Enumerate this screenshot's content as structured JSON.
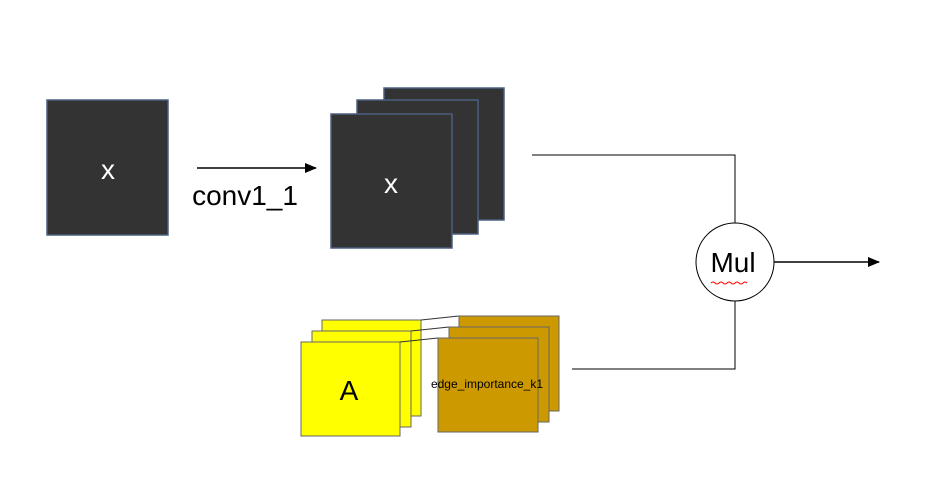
{
  "nodes": {
    "input_x": {
      "label": "x"
    },
    "conv_output_x": {
      "label": "x"
    },
    "adjacency": {
      "label": "A"
    },
    "edge_importance": {
      "label": "edge_importance_k1"
    },
    "mul": {
      "label": "Mul"
    }
  },
  "edges": {
    "conv": {
      "label": "conv1_1"
    }
  },
  "colors": {
    "feature_map": "#333333",
    "feature_map_border": "#4a6080",
    "adjacency_fill": "#ffff00",
    "edge_importance_fill": "#cc9900",
    "line": "#000000",
    "spellcheck_underline": "#ff0000"
  }
}
